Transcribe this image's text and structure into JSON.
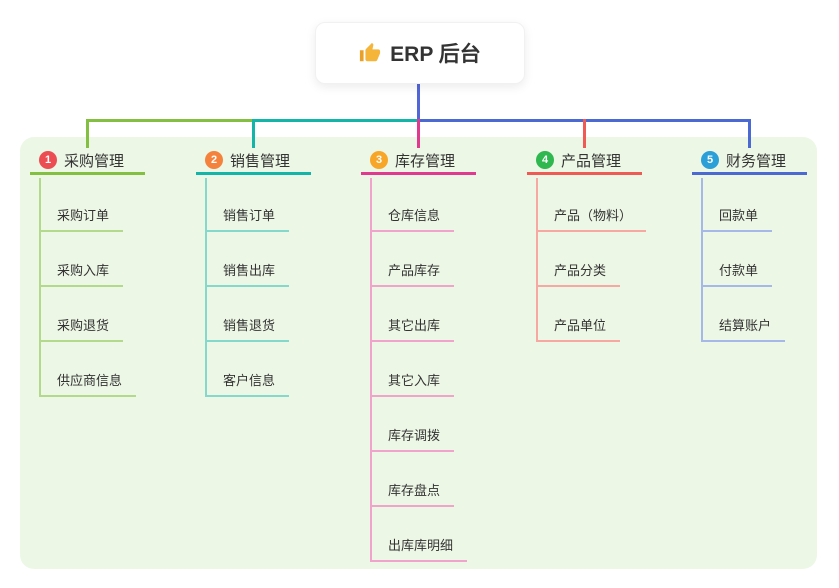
{
  "root": {
    "title": "ERP 后台",
    "icon": "thumbs-up-icon"
  },
  "colors": {
    "page_bg": "#ffffff",
    "panel_bg": "#edf7e6",
    "root_line": "#5266d8",
    "root_box_bg": "#ffffff",
    "text": "#333333",
    "thumb_yellow": "#f5b53a",
    "thumb_cuff": "#e8a028"
  },
  "branches": [
    {
      "badge": "1",
      "badge_color": "#eb4d52",
      "line_color": "#83bf41",
      "child_line_color": "#b2d98c",
      "label": "采购管理",
      "children": [
        "采购订单",
        "采购入库",
        "采购退货",
        "供应商信息"
      ]
    },
    {
      "badge": "2",
      "badge_color": "#f5823c",
      "line_color": "#13b5a9",
      "child_line_color": "#84d8cc",
      "label": "销售管理",
      "children": [
        "销售订单",
        "销售出库",
        "销售退货",
        "客户信息"
      ]
    },
    {
      "badge": "3",
      "badge_color": "#f8a627",
      "line_color": "#e0398f",
      "child_line_color": "#f2a3cb",
      "label": "库存管理",
      "children": [
        "仓库信息",
        "产品库存",
        "其它出库",
        "其它入库",
        "库存调拨",
        "库存盘点",
        "出库库明细"
      ]
    },
    {
      "badge": "4",
      "badge_color": "#2fb750",
      "line_color": "#f05a55",
      "child_line_color": "#f7a8a3",
      "label": "产品管理",
      "children": [
        "产品（物料）",
        "产品分类",
        "产品单位"
      ]
    },
    {
      "badge": "5",
      "badge_color": "#2a9fd8",
      "line_color": "#4a69d2",
      "child_line_color": "#a5b8e8",
      "label": "财务管理",
      "children": [
        "回款单",
        "付款单",
        "结算账户"
      ]
    }
  ]
}
